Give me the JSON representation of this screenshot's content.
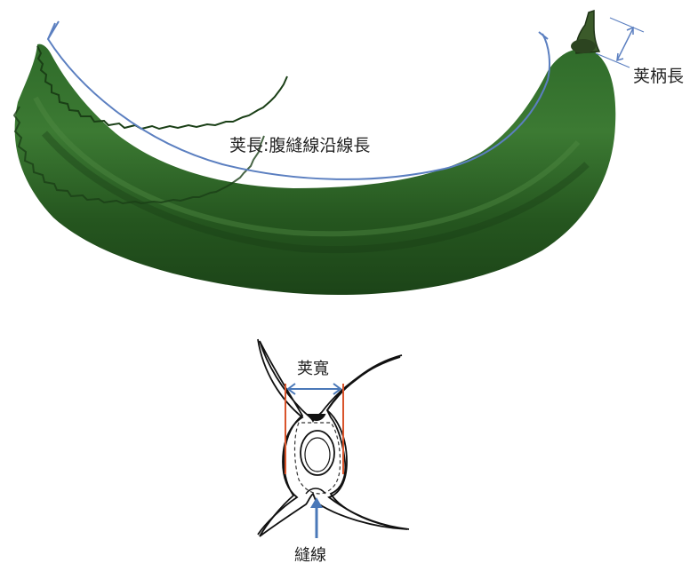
{
  "labels": {
    "pod_length": "荚長:腹縫線沿線長",
    "pedicel_length": "荚柄長",
    "pod_width": "荚寬",
    "suture": "縫線"
  },
  "colors": {
    "pod_dark": "#1f4a1c",
    "pod_mid": "#2f6b2a",
    "pod_light": "#4f8a42",
    "guide_blue": "#5b7fc0",
    "arrow_blue": "#4a78b8",
    "width_red": "#d9542b",
    "ink": "#111111"
  },
  "icons": {
    "pod_photo": "winged-bean-pod",
    "cross_section": "pod-cross-section-outline"
  }
}
